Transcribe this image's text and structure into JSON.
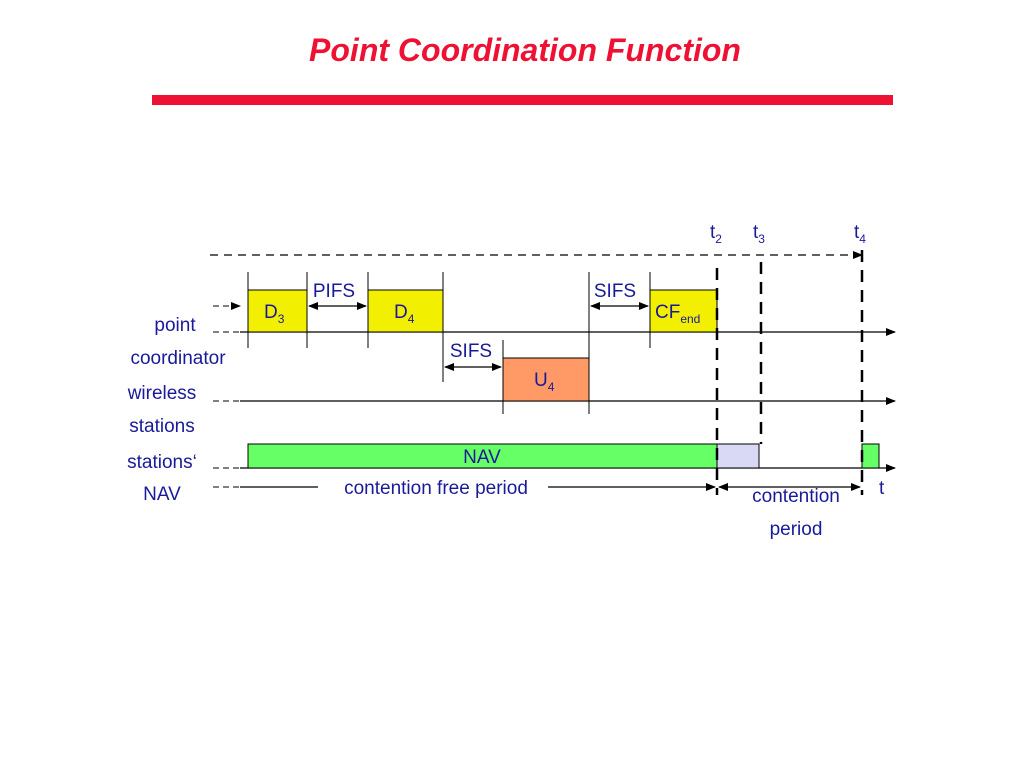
{
  "title": "Point Coordination Function",
  "colors": {
    "title": "#ee1133",
    "text": "#1a1a99",
    "frame_yellow": "#f2ef00",
    "frame_orange": "#ff9966",
    "nav_green": "#66ff66",
    "contention_lilac": "#d9d9f5"
  },
  "row_labels": {
    "pc_line1": "point",
    "pc_line2": "coordinator",
    "ws_line1": "wireless",
    "ws_line2": "stations",
    "nav_line1": "stations‘",
    "nav_line2": "NAV"
  },
  "time_markers": {
    "t2": {
      "base": "t",
      "sub": "2"
    },
    "t3": {
      "base": "t",
      "sub": "3"
    },
    "t4": {
      "base": "t",
      "sub": "4"
    },
    "axis": "t"
  },
  "frames": {
    "d3": {
      "base": "D",
      "sub": "3"
    },
    "d4": {
      "base": "D",
      "sub": "4"
    },
    "cf_end": {
      "base": "CF",
      "sub": "end"
    },
    "u4": {
      "base": "U",
      "sub": "4"
    },
    "nav": "NAV"
  },
  "intervals": {
    "pifs": "PIFS",
    "sifs_pc": "SIFS",
    "sifs_ws": "SIFS"
  },
  "periods": {
    "contention_free": "contention free period",
    "contention_line1": "contention",
    "contention_line2": "period"
  }
}
